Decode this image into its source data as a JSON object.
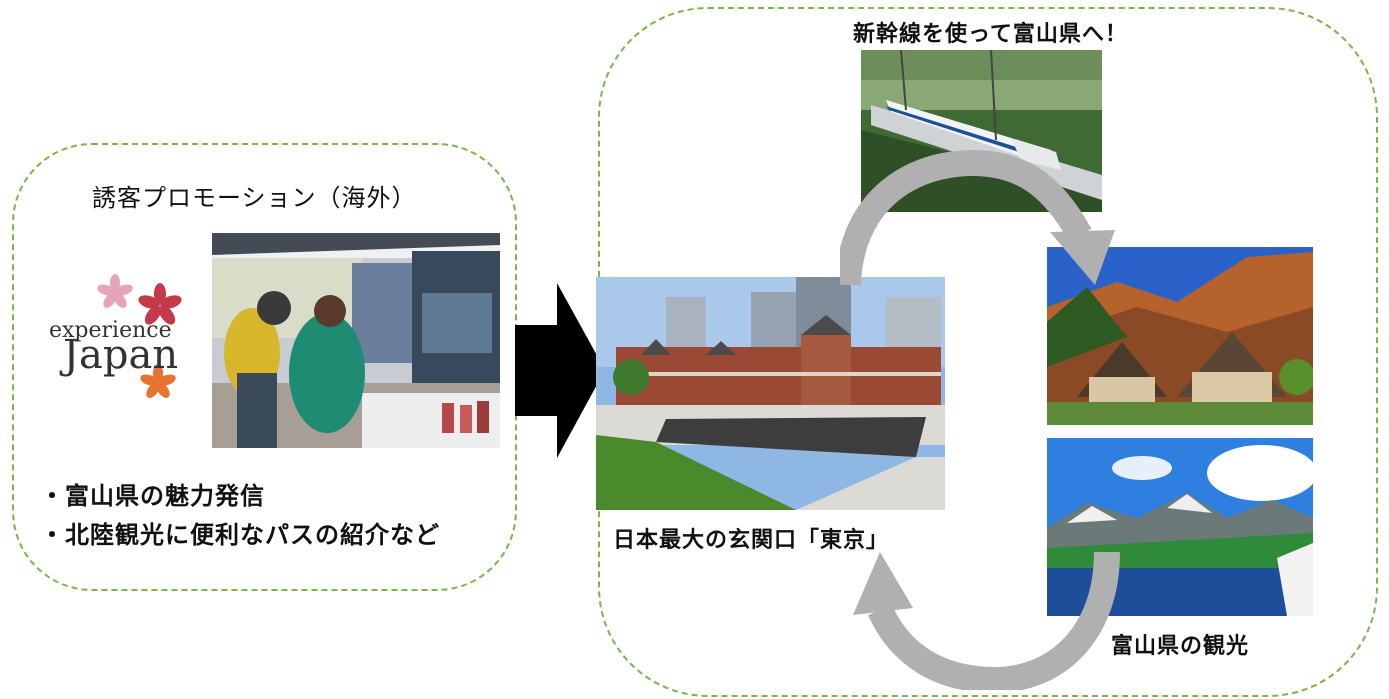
{
  "left_panel": {
    "title": "誘客プロモーション（海外）",
    "logo": {
      "line1": "experience",
      "line2": "Japan"
    },
    "bullets": [
      "・富山県の魅力発信",
      "・北陸観光に便利なパスの紹介など"
    ]
  },
  "right_panel": {
    "shinkansen_caption": "新幹線を使って富山県へ！",
    "tokyo_caption": "日本最大の玄関口「東京」",
    "toyama_caption": "富山県の観光"
  },
  "colors": {
    "dash_border": "#7ab648",
    "big_arrow": "#000000",
    "cycle_arrow": "#b0b0b0"
  }
}
